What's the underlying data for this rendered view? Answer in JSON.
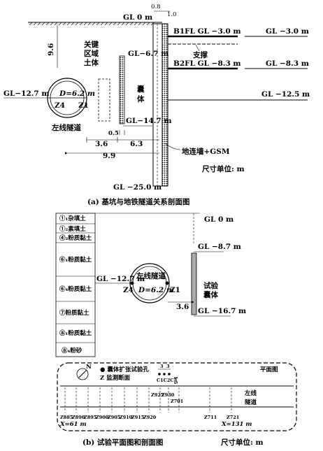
{
  "figure_a": {
    "caption": "(a) 基坑与地铁隧道关系剖面图",
    "unit_note": "尺寸单位: m",
    "ground": "GL 0 m",
    "dim_top_1": "0.8",
    "dim_top_2": "1.0",
    "depth_to_tunnel": "9.6",
    "key_zone": [
      "关键",
      "区域",
      "土体"
    ],
    "bag": [
      "囊",
      "体"
    ],
    "bag_top": "GL−6.7 m",
    "bag_bottom": "GL−14.7 m",
    "b1": "B1FL GL −3.0 m",
    "b1_right": "GL −3.0 m",
    "brace": "支撑",
    "b2": "B2FL GL −8.3 m",
    "b2_right": "GL −8.3 m",
    "pit_bottom": "GL −12.5 m",
    "tunnel_center": "GL−12.7 m",
    "tunnel_d": "D=6.2 m",
    "z4": "Z4",
    "z1": "Z1",
    "tunnel_name": "左线隧道",
    "dim_05": "0.5",
    "dim_36": "3.6",
    "dim_63": "6.3",
    "dim_99": "9.9",
    "wall": "地连墙+GSM",
    "wall_bottom": "GL −25.0 m"
  },
  "figure_b": {
    "caption": "(b) 试验平面图和剖面图",
    "unit_note": "尺寸单位: m",
    "layers": [
      "①₁杂填土",
      "①₂素填土",
      "④₂粉质黏土",
      "⑥₁粉质黏土",
      "⑥₄粉质黏土",
      "⑦粉质黏土",
      "⑧₁粉质黏土",
      "⑧₄粉砂"
    ],
    "ground": "GL 0 m",
    "bag_top": "GL −8.7 m",
    "bag_bottom": "GL −16.7 m",
    "test_bag": [
      "试验",
      "囊体"
    ],
    "tunnel_center": "GL −12.7 m",
    "tunnel_name": "左线隧道",
    "tunnel_d": "D=6.2 m",
    "z4": "Z4",
    "z1": "Z1",
    "dim_36": "3.6",
    "plan": {
      "north": "N",
      "legend_hole": "● 囊体扩张试验孔",
      "legend_section": "Z 监测断面",
      "title": "平面图",
      "dim_a": "3",
      "dim_b": "3",
      "holes": "C1C2C3",
      "vert": "1.5",
      "tunnel": [
        "左线",
        "隧道"
      ],
      "sections_top": [
        "Z925",
        "Z930"
      ],
      "section_701": "Z701",
      "sections": [
        "Z885",
        "Z890",
        "Z895",
        "Z900",
        "Z905",
        "Z910",
        "Z915",
        "Z920",
        "Z711",
        "Z721"
      ],
      "x_left": "X=61 m",
      "x_right": "X=131 m"
    }
  }
}
